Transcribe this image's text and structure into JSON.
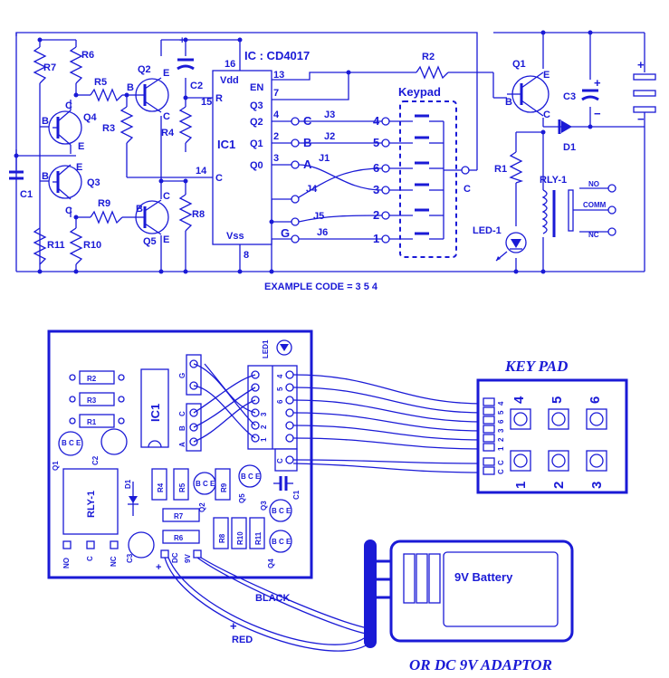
{
  "schematic": {
    "ic_title": "IC : CD4017",
    "ic_name": "IC1",
    "pins": {
      "vdd": "Vdd",
      "vss": "Vss",
      "en": "EN",
      "r": "R",
      "c": "C",
      "q3": "Q3",
      "q2": "Q2",
      "q1": "Q1",
      "q0": "Q0",
      "n16": "16",
      "n13": "13",
      "n7": "7",
      "n15": "15",
      "n4": "4",
      "n2": "2",
      "n3": "3",
      "n14": "14",
      "n8": "8"
    },
    "components": {
      "r7": "R7",
      "r6": "R6",
      "r5": "R5",
      "r3": "R3",
      "r4": "R4",
      "r9": "R9",
      "r8": "R8",
      "r11": "R11",
      "r10": "R10",
      "r2": "R2",
      "r1": "R1",
      "q1": "Q1",
      "q2": "Q2",
      "q3": "Q3",
      "q4": "Q4",
      "q5": "Q5",
      "c1": "C1",
      "c2": "C2",
      "c3": "C3",
      "d1": "D1",
      "led1": "LED-1",
      "rly1": "RLY-1",
      "no": "NO",
      "comm": "COMM",
      "nc": "NC"
    },
    "transistor_pins": {
      "b": "B",
      "c": "C",
      "e": "E"
    },
    "jumpers": {
      "j1": "J1",
      "j2": "J2",
      "j3": "J3",
      "j4": "J4",
      "j5": "J5",
      "j6": "J6"
    },
    "jumper_letters": {
      "a": "A",
      "b": "B",
      "c": "C",
      "g": "G"
    },
    "keypad_label": "Keypad",
    "keypad_keys": [
      "4",
      "5",
      "6",
      "3",
      "2",
      "1"
    ],
    "keypad_common": "C",
    "example_code": "EXAMPLE   CODE = 3 5 4",
    "polarity_plus": "+",
    "polarity_minus": "−"
  },
  "board": {
    "keypad_title": "KEY PAD",
    "keypad_top": [
      "4",
      "5",
      "6"
    ],
    "keypad_bottom": [
      "1",
      "2",
      "3"
    ],
    "keypad_conn": [
      "C",
      "C",
      "1",
      "2",
      "3",
      "6",
      "5",
      "4"
    ],
    "battery_label": "9V  Battery",
    "adaptor_label": "OR   DC 9V   ADAPTOR",
    "black_label": "BLACK",
    "red_label": "RED",
    "plus": "+",
    "pcb_labels": {
      "r2": "R2",
      "r3": "R3",
      "r1": "R1",
      "ic1": "IC1",
      "q1": "Q1",
      "c2": "C2",
      "d1": "D1",
      "rly1": "RLY-1",
      "r4": "R4",
      "r5": "R5",
      "q2": "Q2",
      "r9": "R9",
      "q5": "Q5",
      "q3": "Q3",
      "c1": "C1",
      "r7": "R7",
      "r6": "R6",
      "r8": "R8",
      "r10": "R10",
      "r11": "R11",
      "q4": "Q4",
      "c3": "C3",
      "led1": "LED1",
      "no": "NO",
      "c": "C",
      "nc": "NC",
      "dc": "DC",
      "v9": "9V",
      "bce": "B C E",
      "jumper_row": [
        "A",
        "B",
        "C"
      ],
      "g": "G",
      "term_top": [
        "6",
        "5",
        "4"
      ],
      "term_bottom": [
        "1",
        "2",
        "3"
      ],
      "term_c": "C"
    }
  }
}
